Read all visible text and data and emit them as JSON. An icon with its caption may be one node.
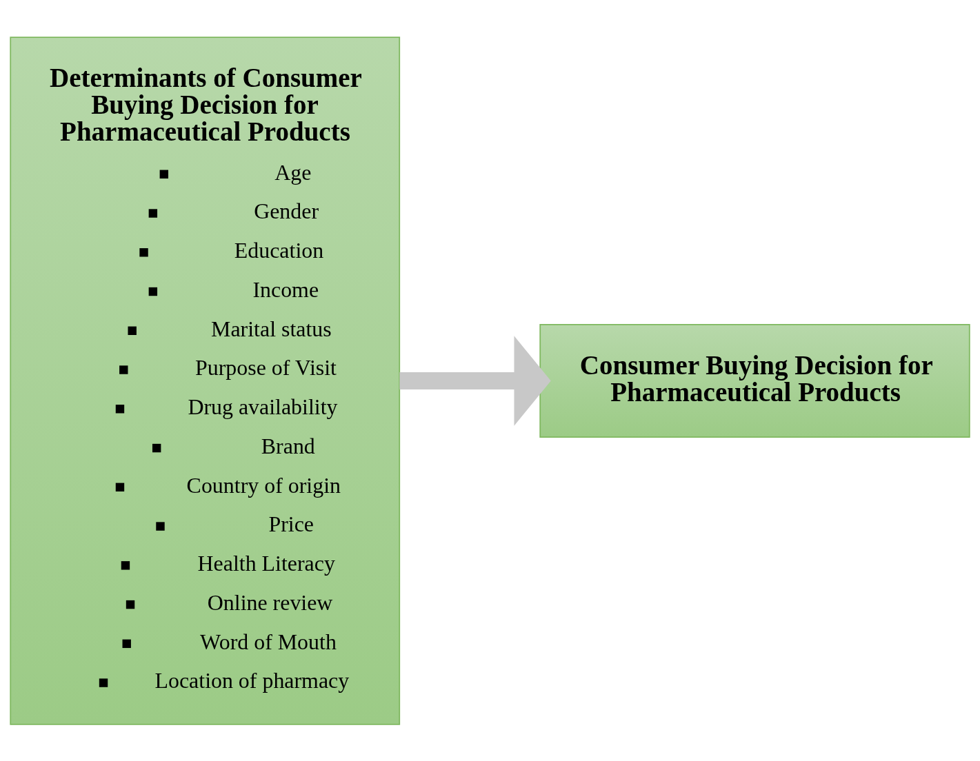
{
  "diagram": {
    "nodes": [
      {
        "text": [
          "Determinants of Consumer Buying Decision for Pharmaceutical Products",
          "Age",
          "Gender",
          "Education",
          "Income",
          "Marital status",
          "Purpose of Visit",
          "Drug availability",
          "Brand",
          "Country of origin",
          "Price",
          "Health Literacy",
          "Online review",
          "Word of Mouth",
          "Location of pharmacy"
        ]
      },
      {
        "text": [
          "Consumer Buying Decision for Pharmaceutical Products"
        ]
      }
    ],
    "edges": [
      {
        "from": 0,
        "to": 1,
        "arrow": "to",
        "color": "#c8c8c8"
      }
    ]
  }
}
